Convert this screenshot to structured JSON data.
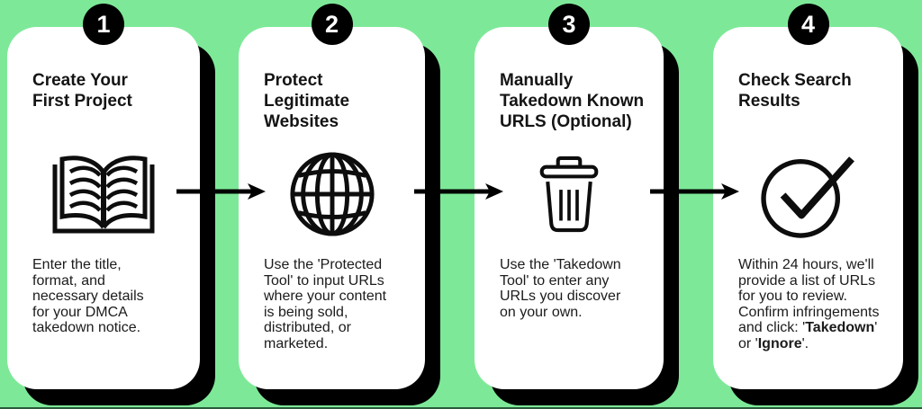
{
  "colors": {
    "background": "#7DE998",
    "card": "#FFFFFF",
    "ink": "#000000"
  },
  "steps": [
    {
      "number": "1",
      "title_lines": [
        "Create Your",
        "First Project"
      ],
      "icon": "open-book-icon",
      "description_lines": [
        "Enter the title,",
        "format, and",
        "necessary details",
        "for your DMCA",
        "takedown notice."
      ]
    },
    {
      "number": "2",
      "title_lines": [
        "Protect",
        "Legitimate",
        "Websites"
      ],
      "icon": "globe-icon",
      "description_lines": [
        "Use the 'Protected",
        "Tool' to input URLs",
        "where your content",
        "is being sold,",
        "distributed, or",
        "marketed."
      ]
    },
    {
      "number": "3",
      "title_lines": [
        "Manually",
        "Takedown Known",
        "URLS (Optional)"
      ],
      "icon": "trash-can-icon",
      "description_lines": [
        "Use the 'Takedown",
        "Tool' to enter any",
        "URLs you discover",
        "on your own."
      ]
    },
    {
      "number": "4",
      "title_lines": [
        "Check Search",
        "Results"
      ],
      "icon": "check-circle-icon",
      "description_rich": [
        [
          {
            "t": "Within 24 hours, we'll"
          }
        ],
        [
          {
            "t": "provide a list of URLs"
          }
        ],
        [
          {
            "t": "for you to review."
          }
        ],
        [
          {
            "t": "Confirm infringements"
          }
        ],
        [
          {
            "t": "and  click: '"
          },
          {
            "t": "Takedown",
            "b": true
          },
          {
            "t": "'"
          }
        ],
        [
          {
            "t": "or '"
          },
          {
            "t": "Ignore",
            "b": true
          },
          {
            "t": "'."
          }
        ]
      ]
    }
  ]
}
